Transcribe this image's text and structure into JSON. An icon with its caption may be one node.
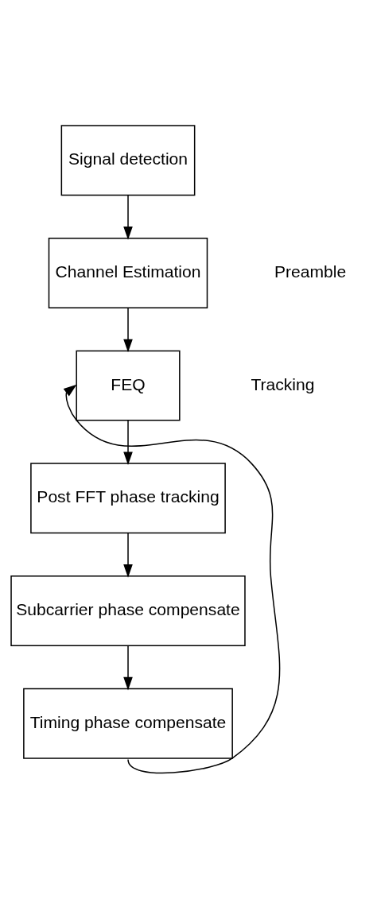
{
  "diagram": {
    "nodes": [
      {
        "text": [
          "Signal detection"
        ]
      },
      {
        "text": [
          "Channel Estimation"
        ]
      },
      {
        "text": [
          "FEQ"
        ]
      },
      {
        "text": [
          "Post FFT phase tracking"
        ]
      },
      {
        "text": [
          "Subcarrier phase compensate"
        ]
      },
      {
        "text": [
          "Timing phase compensate"
        ]
      }
    ],
    "edges": [
      {
        "from": 0,
        "to": 1,
        "arrow": "to"
      },
      {
        "from": 1,
        "to": 2,
        "arrow": "to"
      },
      {
        "from": 2,
        "to": 3,
        "arrow": "to"
      },
      {
        "from": 3,
        "to": 4,
        "arrow": "to"
      },
      {
        "from": 4,
        "to": 5,
        "arrow": "to"
      },
      {
        "from": 5,
        "to": 2,
        "arrow": "to"
      }
    ],
    "labels": [
      "Preamble",
      "Tracking"
    ]
  }
}
